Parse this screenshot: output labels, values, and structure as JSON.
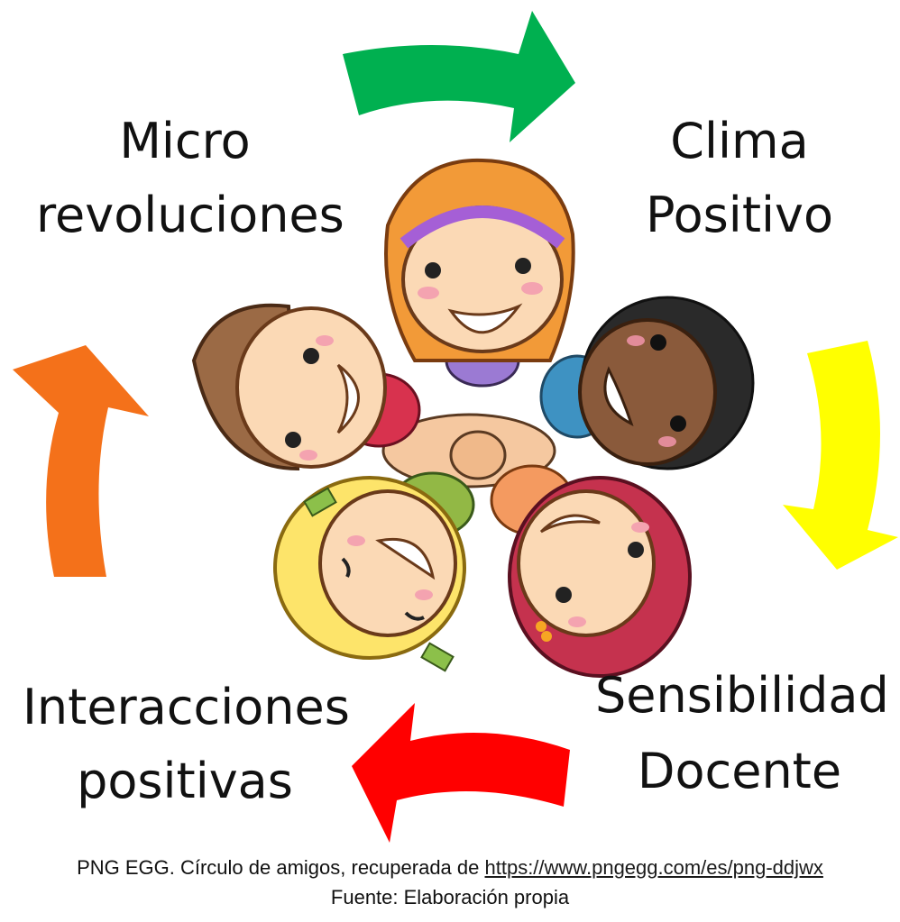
{
  "labels": {
    "top_left_line1": "Micro",
    "top_left_line2": "revoluciones",
    "top_right_line1": "Clima",
    "top_right_line2": "Positivo",
    "bottom_right_line1": "Sensibilidad",
    "bottom_right_line2": "Docente",
    "bottom_left_line1": "Interacciones",
    "bottom_left_line2": "positivas"
  },
  "caption": {
    "source_prefix": "PNG EGG. Círculo de amigos, recuperada de ",
    "source_link": "https://www.pngegg.com/es/png-ddjwx",
    "footer": "Fuente: Elaboración propia"
  },
  "arrow_colors": {
    "top": "#00b050",
    "right": "#ffff00",
    "bottom": "#ff0000",
    "left": "#f4711a"
  },
  "illustration": "five-children-circle-high-five"
}
